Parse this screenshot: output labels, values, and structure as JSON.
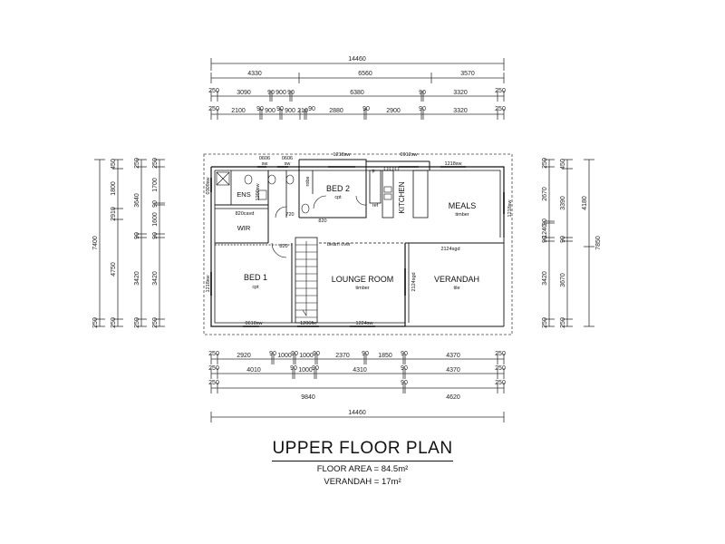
{
  "title": "UPPER FLOOR PLAN",
  "floor_area": "FLOOR AREA = 84.5m²",
  "verandah_area": "VERANDAH = 17m²",
  "top_dims": {
    "row1": [
      "14460"
    ],
    "row2": [
      "4330",
      "6560",
      "3570"
    ],
    "row3": [
      "250",
      "3090",
      "90",
      "900",
      "90",
      "6380",
      "90",
      "3320",
      "250"
    ],
    "row4": [
      "250",
      "2100",
      "90",
      "900",
      "90",
      "900",
      "210",
      "90",
      "2880",
      "90",
      "2900",
      "90",
      "3320",
      "250"
    ]
  },
  "bottom_dims": {
    "row1": [
      "250",
      "2920",
      "90",
      "1000",
      "90",
      "1000",
      "90",
      "2370",
      "90",
      "1850",
      "90",
      "4370",
      "250"
    ],
    "row2": [
      "250",
      "4010",
      "90",
      "1000",
      "90",
      "4310",
      "90",
      "4370",
      "250"
    ],
    "row3": [
      "250",
      "9840",
      "90",
      "4620",
      "250"
    ],
    "row4": [
      "14460"
    ]
  },
  "left_dims": {
    "col1": [
      "7400",
      "250"
    ],
    "col2": [
      "450",
      "1800",
      "2910",
      "4750",
      "250"
    ],
    "col3": [
      "250",
      "3640",
      "90",
      "3420",
      "250"
    ],
    "col4": [
      "250",
      "1700",
      "90",
      "1600",
      "90",
      "3420",
      "250"
    ]
  },
  "right_dims": {
    "col1": [
      "250",
      "2670",
      "90",
      "1240",
      "90",
      "3420",
      "250"
    ],
    "col2": [
      "450",
      "3390",
      "90",
      "3670",
      "250"
    ],
    "col3": [
      "4180",
      "7850"
    ]
  },
  "rooms": {
    "bed2": "BED 2",
    "bed2_floor": "cpt",
    "kitchen": "KITCHEN",
    "meals": "MEALS",
    "meals_floor": "timber",
    "ens": "ENS",
    "wir": "WIR",
    "bed1": "BED 1",
    "bed1_floor": "cpt",
    "lounge": "LOUNGE ROOM",
    "lounge_floor": "timber",
    "verandah": "VERANDAH",
    "verandah_floor": "tile"
  },
  "labels": {
    "w_top1": "0606",
    "w_top1s": "sw",
    "w_top2": "0606",
    "w_top2s": "sw",
    "w_bed2": "1218sw",
    "w_kitchen": "0912sw",
    "w_meals": "1218sw",
    "w_left_top": "0309sw",
    "w_ens": "1200sw",
    "w_meals_right": "1218sw",
    "robe": "robe",
    "d_820cavd": "820cavd",
    "d_720": "720",
    "d_820a": "820",
    "d_820b": "820",
    "beam_over": "beam over",
    "d_2124sgd": "2124sgd",
    "d_2124sgd_v": "2124sgd",
    "w_bed1_left": "1218sw",
    "w_bed1_bottom": "0618sw",
    "w_1206fix": "1206fix",
    "w_1224sw": "1224sw",
    "p": "p",
    "ref": "ref"
  },
  "icons": [
    "stair-icon",
    "toilet-icon",
    "basin-icon",
    "shower-icon",
    "cooktop-icon",
    "sink-icon",
    "door-swing-icon"
  ]
}
